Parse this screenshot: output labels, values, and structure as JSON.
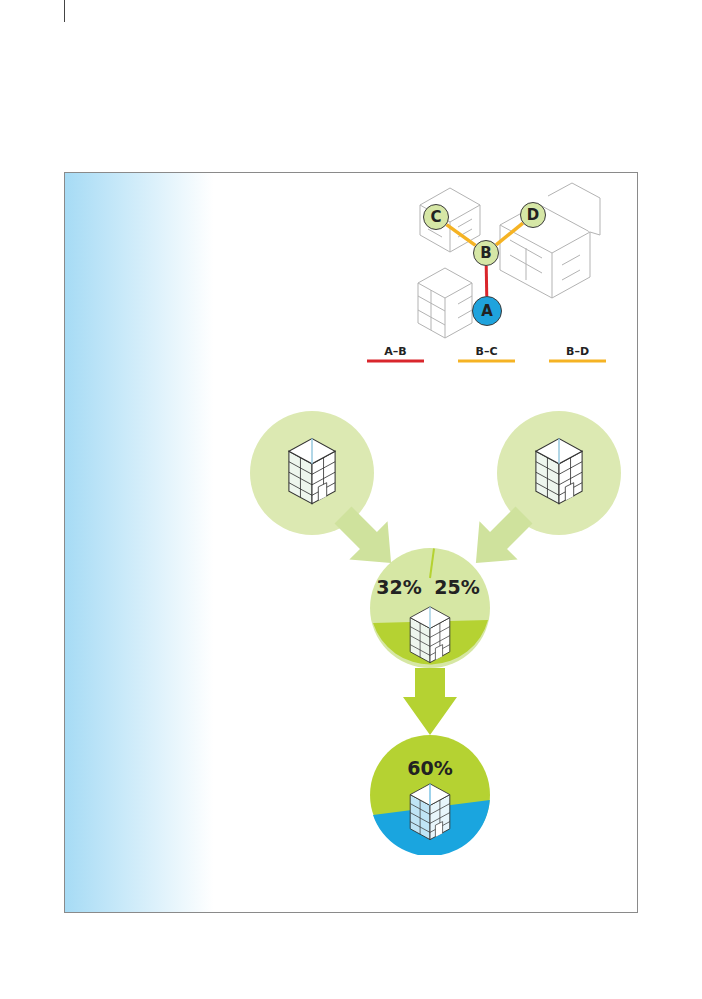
{
  "diagram": {
    "nodes": [
      {
        "text": [
          "C"
        ]
      },
      {
        "text": [
          "D"
        ]
      },
      {
        "text": [
          "B"
        ]
      },
      {
        "text": [
          "A"
        ]
      },
      {
        "text": [
          "32%",
          "25%"
        ]
      },
      {
        "text": [
          "60%"
        ]
      }
    ],
    "edges": [
      {
        "from": 0,
        "to": 2,
        "arrow": "none"
      },
      {
        "from": 1,
        "to": 2,
        "arrow": "none"
      },
      {
        "from": 2,
        "to": 3,
        "arrow": "none"
      },
      {
        "from": 4,
        "to": 5,
        "arrow": "to"
      }
    ],
    "legend": [
      {
        "text": "A–B"
      },
      {
        "text": "B–C"
      },
      {
        "text": "B–D"
      }
    ]
  }
}
